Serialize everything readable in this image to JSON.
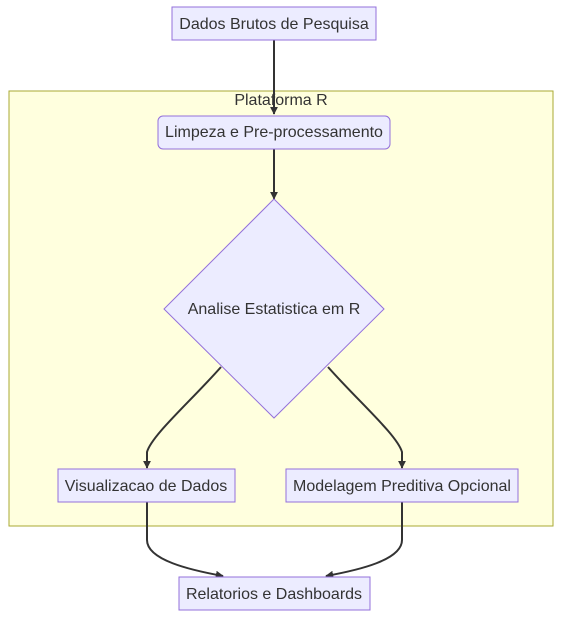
{
  "colors": {
    "node_fill": "#ECECFF",
    "node_stroke": "#9370DB",
    "cluster_fill": "#FFFFDE",
    "cluster_stroke": "#AAAA33",
    "edge": "#333333",
    "text": "#333333"
  },
  "cluster": {
    "label": "Plataforma R"
  },
  "nodes": {
    "raw_data": "Dados Brutos de Pesquisa",
    "cleaning": "Limpeza e Pre-processamento",
    "analysis": "Analise Estatistica em R",
    "visualization": "Visualizacao de Dados",
    "modeling": "Modelagem Preditiva Opcional",
    "reports": "Relatorios e Dashboards"
  }
}
